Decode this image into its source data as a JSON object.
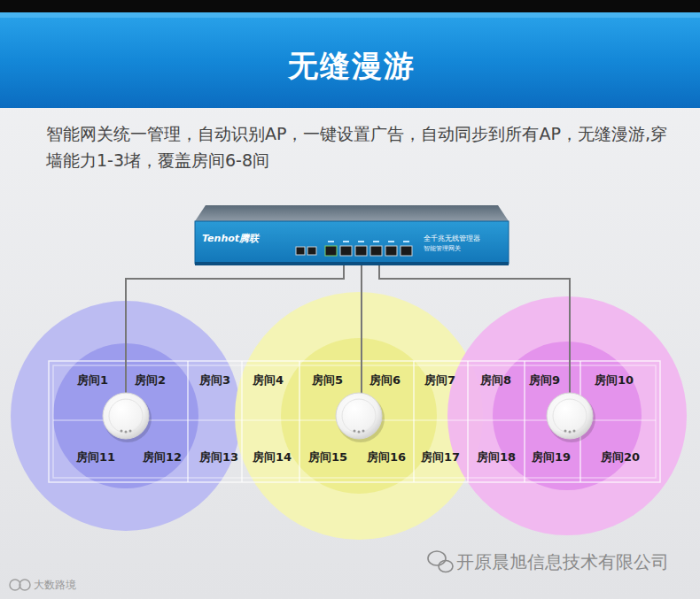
{
  "diagram": {
    "title": "无缝漫游",
    "nodes": [
      {
        "text": [
          "房间1"
        ]
      },
      {
        "text": [
          "房间2"
        ]
      },
      {
        "text": [
          "房间3"
        ]
      },
      {
        "text": [
          "房间4"
        ]
      },
      {
        "text": [
          "房间5"
        ]
      },
      {
        "text": [
          "房间6"
        ]
      },
      {
        "text": [
          "房间7"
        ]
      },
      {
        "text": [
          "房间8"
        ]
      },
      {
        "text": [
          "房间9"
        ]
      },
      {
        "text": [
          "房间10"
        ]
      },
      {
        "text": [
          "房间11"
        ]
      },
      {
        "text": [
          "房间12"
        ]
      },
      {
        "text": [
          "房间13"
        ]
      },
      {
        "text": [
          "房间14"
        ]
      },
      {
        "text": [
          "房间15"
        ]
      },
      {
        "text": [
          "房间16"
        ]
      },
      {
        "text": [
          "房间17"
        ]
      },
      {
        "text": [
          "房间18"
        ]
      },
      {
        "text": [
          "房间19"
        ]
      },
      {
        "text": [
          "房间20"
        ]
      }
    ],
    "labels": [
      "智能网关统一管理，自动识别AP，一键设置广告，自动同步到所有AP，无缝漫游,穿墙能力1-3堵，覆盖房间6-8间",
      "Tenhot腾联",
      "全千兆无线管理器",
      "智能管理网关",
      "开原晨旭信息技术有限公司",
      "大数路境"
    ]
  }
}
